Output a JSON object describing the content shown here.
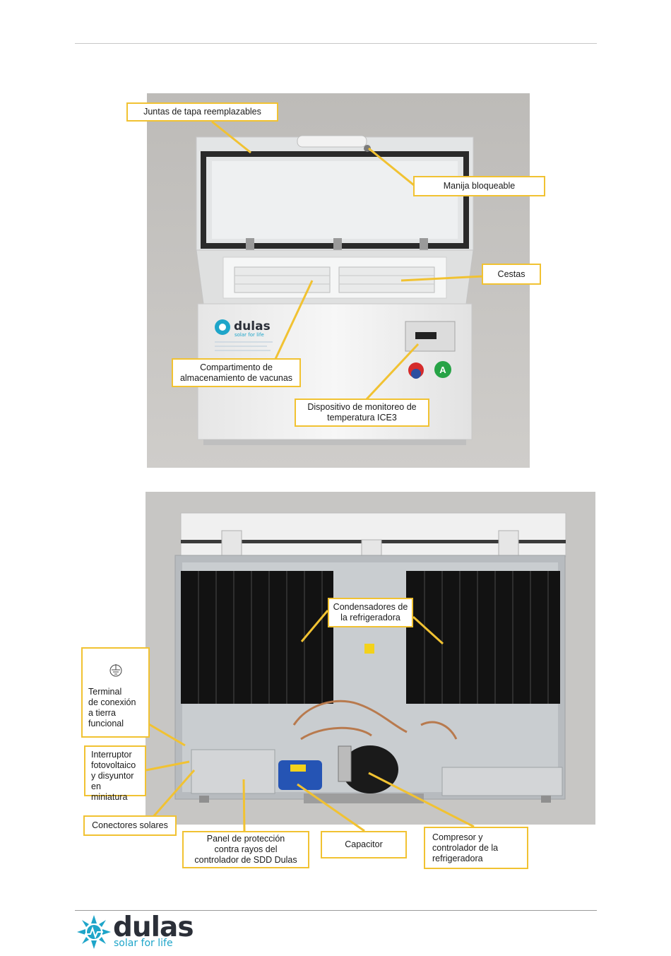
{
  "figure_top": {
    "callouts": {
      "lid_seals": "Juntas de tapa reemplazables",
      "handle": "Manija bloqueable",
      "baskets": "Cestas",
      "storage": "Compartimento de\nalmacenamiento de vacunas",
      "monitor": "Dispositivo de monitoreo de\ntemperatura ICE3"
    },
    "freezer_logo": {
      "brand": "dulas",
      "tag": "solar for life"
    },
    "panel_badge": "A"
  },
  "figure_bottom": {
    "callouts": {
      "condensers": "Condensadores de\nla refrigeradora",
      "ground_terminal": "Terminal\nde conexión\na tierra\nfuncional",
      "breaker": "Interruptor\nfotovoltaico\ny disyuntor\nen miniatura",
      "solar_connectors": "Conectores solares",
      "surge_panel": "Panel de protección\ncontra rayos del\ncontrolador de SDD Dulas",
      "capacitor": "Capacitor",
      "compressor": "Compresor y\ncontrolador de la\nrefrigeradora"
    }
  },
  "footer_logo": {
    "brand": "dulas",
    "tag": "solar for life"
  },
  "colors": {
    "callout_border": "#f1c232",
    "leader": "#f1c232",
    "brand_blue": "#1ea5c9",
    "brand_dark": "#2b2f38"
  },
  "icons": [
    "ground-symbol-icon",
    "dulas-sun-logo-icon"
  ]
}
